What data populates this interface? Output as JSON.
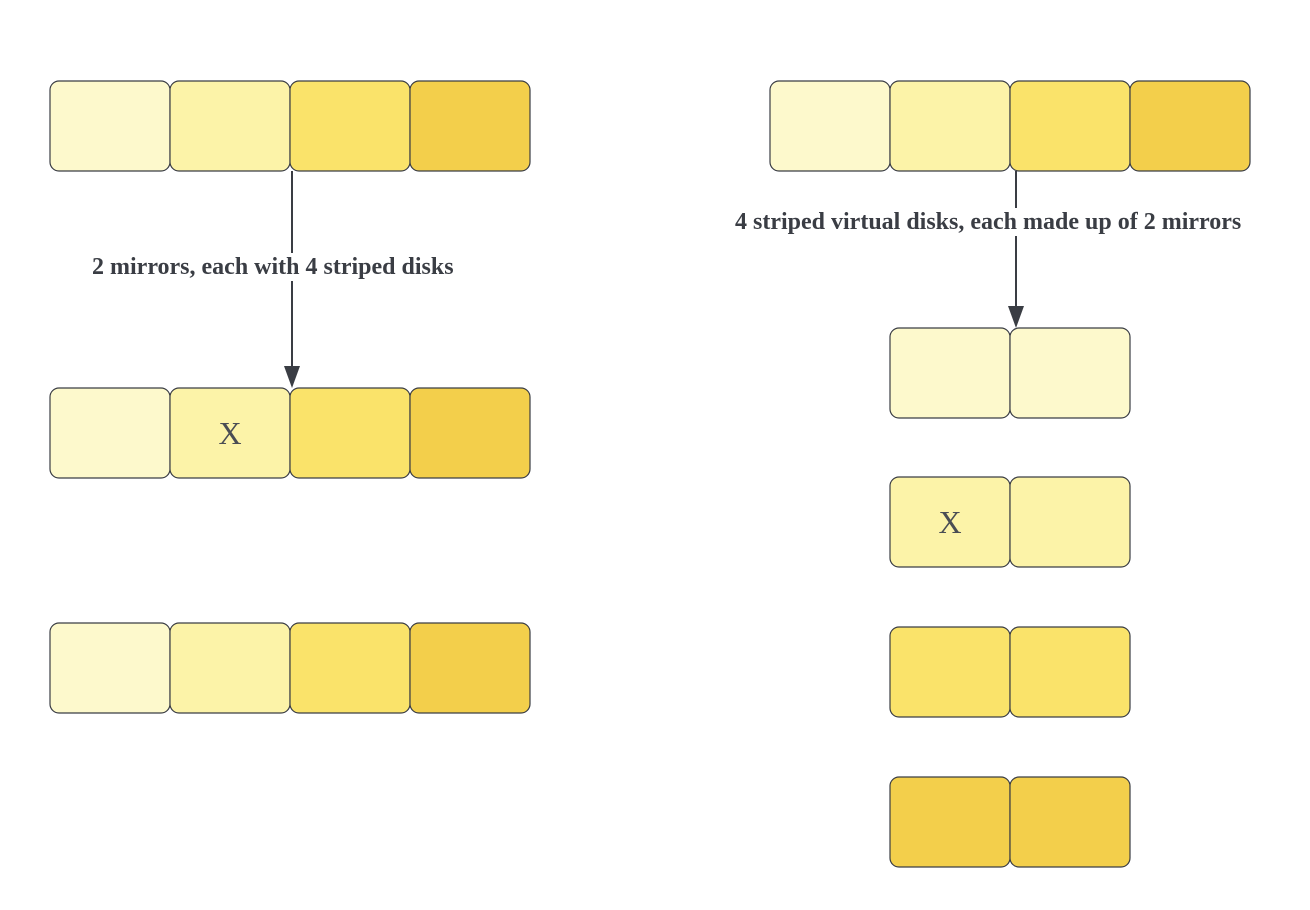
{
  "colors": {
    "shade_1": "#fdf9cc",
    "shade_2": "#fcf3a8",
    "shade_3": "#fae36a",
    "shade_4": "#f3cf4b",
    "stroke": "#3a3d44"
  },
  "left_diagram": {
    "caption": "2 mirrors, each with 4 striped disks",
    "groups": [
      {
        "disks": [
          {
            "shade": "shade_1",
            "label": ""
          },
          {
            "shade": "shade_2",
            "label": ""
          },
          {
            "shade": "shade_3",
            "label": ""
          },
          {
            "shade": "shade_4",
            "label": ""
          }
        ]
      },
      {
        "disks": [
          {
            "shade": "shade_1",
            "label": ""
          },
          {
            "shade": "shade_2",
            "label": "X"
          },
          {
            "shade": "shade_3",
            "label": ""
          },
          {
            "shade": "shade_4",
            "label": ""
          }
        ]
      },
      {
        "disks": [
          {
            "shade": "shade_1",
            "label": ""
          },
          {
            "shade": "shade_2",
            "label": ""
          },
          {
            "shade": "shade_3",
            "label": ""
          },
          {
            "shade": "shade_4",
            "label": ""
          }
        ]
      }
    ]
  },
  "right_diagram": {
    "caption": "4 striped virtual disks, each made up of 2 mirrors",
    "groups": [
      {
        "disks": [
          {
            "shade": "shade_1",
            "label": ""
          },
          {
            "shade": "shade_2",
            "label": ""
          },
          {
            "shade": "shade_3",
            "label": ""
          },
          {
            "shade": "shade_4",
            "label": ""
          }
        ]
      },
      {
        "disks": [
          {
            "shade": "shade_1",
            "label": ""
          },
          {
            "shade": "shade_1",
            "label": ""
          }
        ]
      },
      {
        "disks": [
          {
            "shade": "shade_2",
            "label": "X"
          },
          {
            "shade": "shade_2",
            "label": ""
          }
        ]
      },
      {
        "disks": [
          {
            "shade": "shade_3",
            "label": ""
          },
          {
            "shade": "shade_3",
            "label": ""
          }
        ]
      },
      {
        "disks": [
          {
            "shade": "shade_4",
            "label": ""
          },
          {
            "shade": "shade_4",
            "label": ""
          }
        ]
      }
    ]
  }
}
